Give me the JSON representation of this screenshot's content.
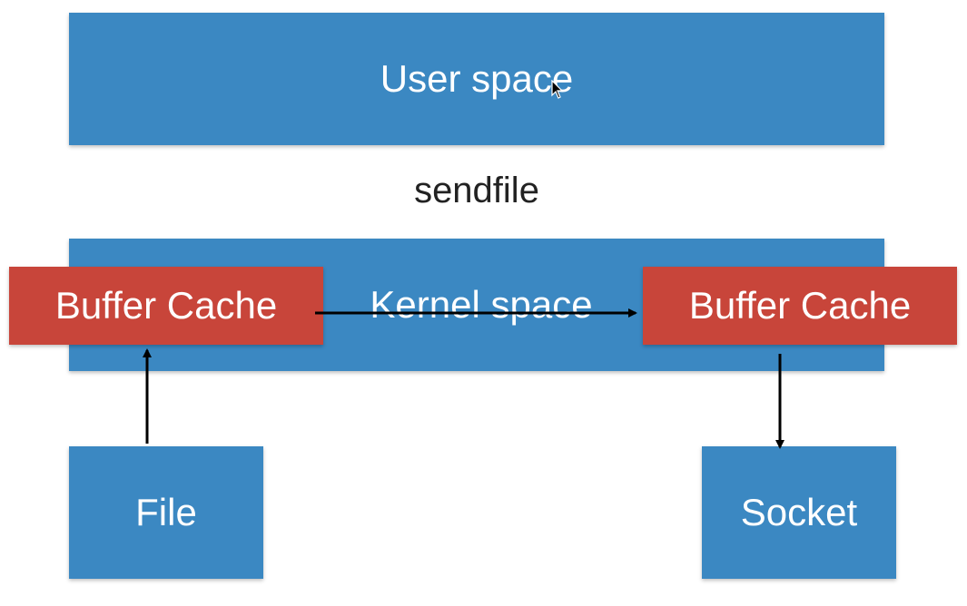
{
  "diagram": {
    "user_space": "User space",
    "title": "sendfile",
    "kernel_space": "Kernel space",
    "buffer_cache_left": "Buffer Cache",
    "buffer_cache_right": "Buffer Cache",
    "file": "File",
    "socket": "Socket"
  },
  "colors": {
    "blue_box": "#3b88c2",
    "red_box": "#c8453a",
    "arrow": "#000000"
  },
  "icons": {
    "cursor": "mouse-pointer-icon"
  }
}
